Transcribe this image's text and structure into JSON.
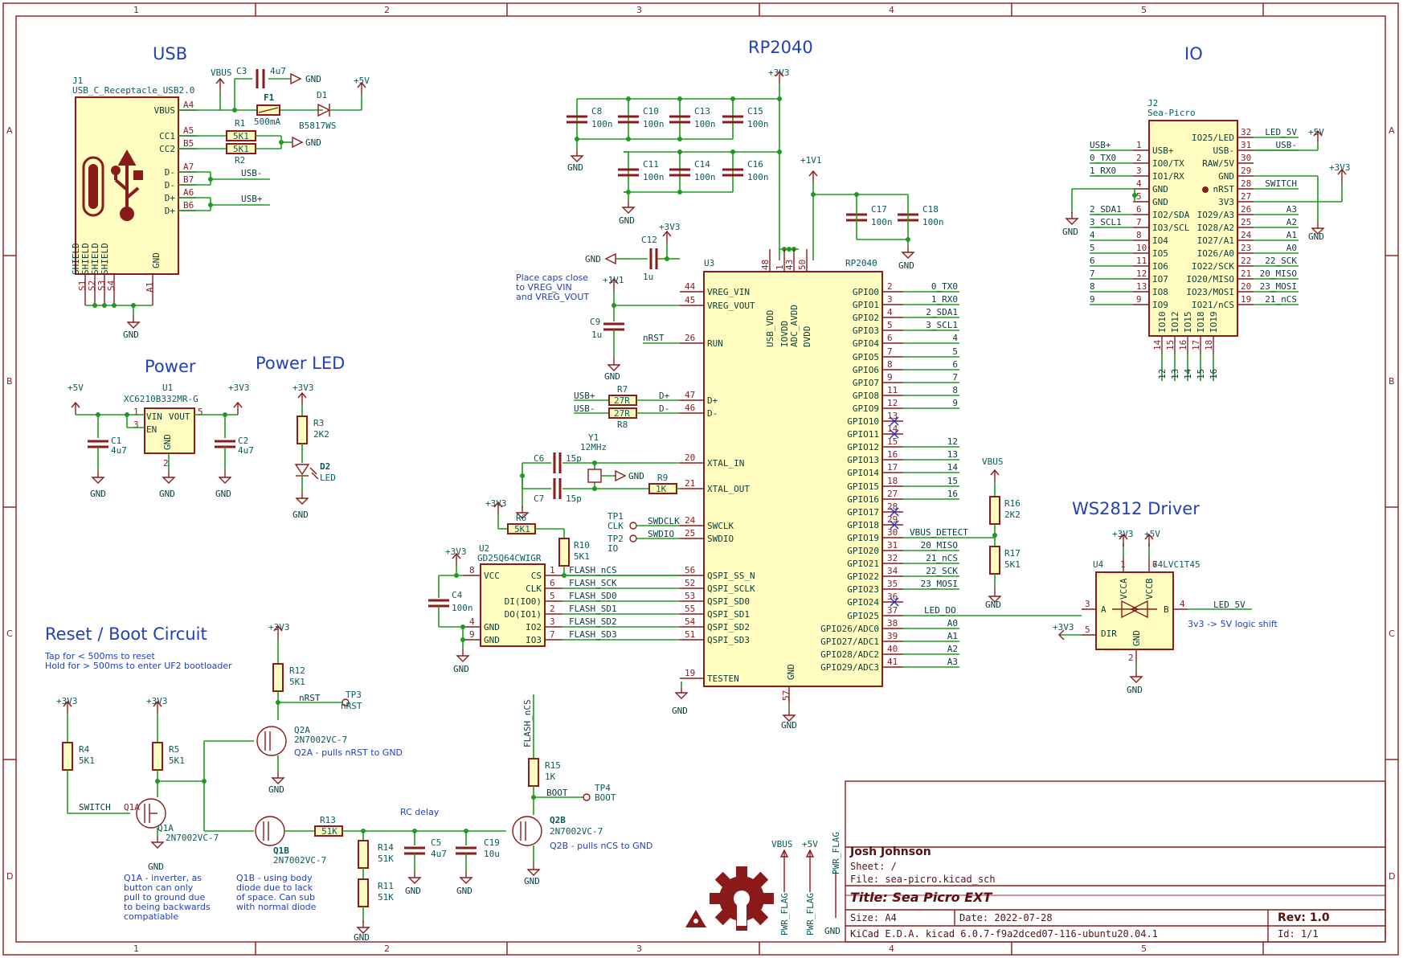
{
  "sections": {
    "usb": "USB",
    "rp2040": "RP2040",
    "io": "IO",
    "power": "Power",
    "power_led": "Power LED",
    "reset": "Reset / Boot Circuit",
    "ws2812": "WS2812 Driver"
  },
  "grid": {
    "cols": [
      "1",
      "2",
      "3",
      "4",
      "5"
    ],
    "rows": [
      "A",
      "B",
      "C",
      "D"
    ]
  },
  "notes": {
    "reset1": "Tap for < 500ms to reset",
    "reset2": "Hold for > 500ms to enter UF2 bootloader",
    "caps1": "Place caps close",
    "caps2": "to VREG_VIN",
    "caps3": "and VREG_VOUT",
    "q1a1": "Q1A - inverter, as",
    "q1a2": "button can only",
    "q1a3": "pull to ground due",
    "q1a4": "to being backwards",
    "q1a5": "compatiable",
    "q1b1": "Q1B - using body",
    "q1b2": "diode due to lack",
    "q1b3": "of space. Can sub",
    "q1b4": "with normal diode",
    "q2a": "Q2A - pulls nRST to GND",
    "q2b": "Q2B - pulls nCS to GND",
    "shift": "3v3 -> 5V logic shift",
    "rc": "RC delay"
  },
  "nets": {
    "gnd": "GND",
    "v33": "+3V3",
    "v5": "+5V",
    "v11": "+1V1",
    "vbus": "VBUS",
    "usbp": "USB+",
    "usbm": "USB-",
    "nrst": "nRST",
    "boot": "BOOT",
    "switch": "SWITCH",
    "flash_ncs": "FLASH_nCS",
    "pwr_flag": "PWR_FLAG",
    "led5v": "LED_5V",
    "led_do": "LED_DO",
    "vbus_detect": "VBUS_DETECT",
    "swdclk": "SWDCLK",
    "swdio": "SWDIO"
  },
  "usb": {
    "ref": "J1",
    "value": "USB_C_Receptacle_USB2.0",
    "pins": [
      "VBUS",
      "CC1",
      "CC2",
      "D-",
      "D-",
      "D+",
      "D+"
    ],
    "pnums": [
      "A4",
      "A5",
      "B5",
      "A7",
      "B7",
      "A6",
      "B6"
    ],
    "shield": [
      "SHIELD",
      "SHIELD",
      "SHIELD",
      "SHIELD"
    ],
    "gnd": "GND",
    "bpins": [
      "S1",
      "S2",
      "S3",
      "S4",
      "A1"
    ],
    "c3": "C3",
    "c3v": "4u7",
    "f1": "F1",
    "f1v": "500mA",
    "d1": "D1",
    "d1v": "B5817WS",
    "r1": "R1",
    "r1v": "5K1",
    "r2": "R2",
    "r2v": "5K1"
  },
  "u1": {
    "ref": "U1",
    "value": "XC6210B332MR-G",
    "vin": "VIN",
    "vout": "VOUT",
    "en": "EN",
    "gnd": "GND",
    "p1": "1",
    "p3": "3",
    "p5": "5",
    "p2": "2",
    "c1": "C1",
    "c1v": "4u7",
    "c2": "C2",
    "c2v": "4u7"
  },
  "led": {
    "r3": "R3",
    "r3v": "2K2",
    "d2": "D2",
    "d2v": "LED"
  },
  "u3": {
    "ref": "U3",
    "value": "RP2040",
    "left": [
      {
        "n": "44",
        "l": "VREG_VIN"
      },
      {
        "n": "45",
        "l": "VREG_VOUT"
      },
      {
        "n": "26",
        "l": "RUN"
      },
      {
        "n": "47",
        "l": "D+"
      },
      {
        "n": "46",
        "l": "D-"
      },
      {
        "n": "20",
        "l": "XTAL_IN"
      },
      {
        "n": "21",
        "l": "XTAL_OUT"
      },
      {
        "n": "24",
        "l": "SWCLK"
      },
      {
        "n": "25",
        "l": "SWDIO"
      },
      {
        "n": "56",
        "l": "QSPI_SS_N"
      },
      {
        "n": "52",
        "l": "QSPI_SCLK"
      },
      {
        "n": "53",
        "l": "QSPI_SD0"
      },
      {
        "n": "55",
        "l": "QSPI_SD1"
      },
      {
        "n": "54",
        "l": "QSPI_SD2"
      },
      {
        "n": "51",
        "l": "QSPI_SD3"
      },
      {
        "n": "19",
        "l": "TESTEN"
      }
    ],
    "top": [
      {
        "n": "48",
        "l": "USB_VDD"
      },
      {
        "n": "1",
        "l": "IOVDD"
      },
      {
        "n": "43",
        "l": "ADC_AVDD"
      },
      {
        "n": "50",
        "l": "DVDD"
      }
    ],
    "gnd": {
      "n": "57",
      "l": "GND"
    },
    "right": [
      {
        "n": "2",
        "l": "GPIO0",
        "net": "0_TX0"
      },
      {
        "n": "3",
        "l": "GPIO1",
        "net": "1_RX0"
      },
      {
        "n": "4",
        "l": "GPIO2",
        "net": "2_SDA1"
      },
      {
        "n": "5",
        "l": "GPIO3",
        "net": "3_SCL1"
      },
      {
        "n": "6",
        "l": "GPIO4",
        "net": "4"
      },
      {
        "n": "7",
        "l": "GPIO5",
        "net": "5"
      },
      {
        "n": "8",
        "l": "GPIO6",
        "net": "6"
      },
      {
        "n": "9",
        "l": "GPIO7",
        "net": "7"
      },
      {
        "n": "11",
        "l": "GPIO8",
        "net": "8"
      },
      {
        "n": "12",
        "l": "GPIO9",
        "net": "9"
      },
      {
        "n": "13",
        "l": "GPIO10",
        "net": ""
      },
      {
        "n": "14",
        "l": "GPIO11",
        "net": ""
      },
      {
        "n": "15",
        "l": "GPIO12",
        "net": "12"
      },
      {
        "n": "16",
        "l": "GPIO13",
        "net": "13"
      },
      {
        "n": "17",
        "l": "GPIO14",
        "net": "14"
      },
      {
        "n": "18",
        "l": "GPIO15",
        "net": "15"
      },
      {
        "n": "27",
        "l": "GPIO16",
        "net": "16"
      },
      {
        "n": "28",
        "l": "GPIO17",
        "net": ""
      },
      {
        "n": "29",
        "l": "GPIO18",
        "net": ""
      },
      {
        "n": "30",
        "l": "GPIO19",
        "net": "VBUS_DETECT"
      },
      {
        "n": "31",
        "l": "GPIO20",
        "net": "20_MISO"
      },
      {
        "n": "32",
        "l": "GPIO21",
        "net": "21_nCS"
      },
      {
        "n": "34",
        "l": "GPIO22",
        "net": "22_SCK"
      },
      {
        "n": "35",
        "l": "GPIO23",
        "net": "23_MOSI"
      },
      {
        "n": "36",
        "l": "GPIO24",
        "net": ""
      },
      {
        "n": "37",
        "l": "GPIO25",
        "net": "LED_DO"
      },
      {
        "n": "38",
        "l": "GPIO26/ADC0",
        "net": "A0"
      },
      {
        "n": "39",
        "l": "GPIO27/ADC1",
        "net": "A1"
      },
      {
        "n": "40",
        "l": "GPIO28/ADC2",
        "net": "A2"
      },
      {
        "n": "41",
        "l": "GPIO29/ADC3",
        "net": "A3"
      }
    ],
    "caps": [
      {
        "r": "C8",
        "v": "100n"
      },
      {
        "r": "C10",
        "v": "100n"
      },
      {
        "r": "C13",
        "v": "100n"
      },
      {
        "r": "C15",
        "v": "100n"
      },
      {
        "r": "C11",
        "v": "100n"
      },
      {
        "r": "C14",
        "v": "100n"
      },
      {
        "r": "C16",
        "v": "100n"
      },
      {
        "r": "C17",
        "v": "100n"
      },
      {
        "r": "C18",
        "v": "100n"
      }
    ],
    "c12": "C12",
    "c12v": "1u",
    "c9": "C9",
    "c9v": "1u",
    "r7": "R7",
    "r7v": "27R",
    "r8": "R8",
    "r8v": "27R",
    "y1": "Y1",
    "y1v": "12MHz",
    "c6": "C6",
    "c6v": "15p",
    "c7": "C7",
    "c7v": "15p",
    "r9": "R9",
    "r9v": "1K",
    "tp1": "TP1",
    "tp1v": "CLK",
    "tp2": "TP2",
    "tp2v": "IO",
    "r6": "R6",
    "r6v": "5K1",
    "r10": "R10",
    "r10v": "5K1"
  },
  "u2": {
    "ref": "U2",
    "value": "GD25Q64CWIGR",
    "left": [
      {
        "n": "8",
        "l": "VCC"
      },
      {
        "n": "4",
        "l": "GND"
      },
      {
        "n": "9",
        "l": "GND"
      }
    ],
    "right": [
      {
        "n": "1",
        "l": "CS",
        "net": "FLASH_nCS"
      },
      {
        "n": "6",
        "l": "CLK",
        "net": "FLASH_SCK"
      },
      {
        "n": "5",
        "l": "DI(IO0)",
        "net": "FLASH_SD0"
      },
      {
        "n": "2",
        "l": "DO(IO1)",
        "net": "FLASH_SD1"
      },
      {
        "n": "3",
        "l": "IO2",
        "net": "FLASH_SD2"
      },
      {
        "n": "7",
        "l": "IO3",
        "net": "FLASH_SD3"
      }
    ],
    "c4": "C4",
    "c4v": "100n"
  },
  "j2": {
    "ref": "J2",
    "value": "Sea-Picro",
    "left": [
      {
        "n": "1",
        "l": "USB+",
        "net": "USB+"
      },
      {
        "n": "2",
        "l": "IO0/TX",
        "net": "0_TX0"
      },
      {
        "n": "3",
        "l": "IO1/RX",
        "net": "1_RX0"
      },
      {
        "n": "4",
        "l": "GND",
        "net": ""
      },
      {
        "n": "5",
        "l": "GND",
        "net": ""
      },
      {
        "n": "6",
        "l": "IO2/SDA",
        "net": "2_SDA1"
      },
      {
        "n": "7",
        "l": "IO3/SCL",
        "net": "3_SCL1"
      },
      {
        "n": "8",
        "l": "IO4",
        "net": "4"
      },
      {
        "n": "10",
        "l": "IO5",
        "net": "5"
      },
      {
        "n": "11",
        "l": "IO6",
        "net": "6"
      },
      {
        "n": "12",
        "l": "IO7",
        "net": "7"
      },
      {
        "n": "13",
        "l": "IO8",
        "net": "8"
      },
      {
        "n": "9",
        "l": "IO9",
        "net": "9"
      }
    ],
    "right": [
      {
        "n": "32",
        "l": "IO25/LED",
        "net": "LED_5V"
      },
      {
        "n": "31",
        "l": "USB-",
        "net": "USB-"
      },
      {
        "n": "30",
        "l": "RAW/5V",
        "net": ""
      },
      {
        "n": "29",
        "l": "GND",
        "net": ""
      },
      {
        "n": "28",
        "l": "nRST",
        "net": "SWITCH"
      },
      {
        "n": "27",
        "l": "3V3",
        "net": ""
      },
      {
        "n": "26",
        "l": "IO29/A3",
        "net": "A3"
      },
      {
        "n": "25",
        "l": "IO28/A2",
        "net": "A2"
      },
      {
        "n": "24",
        "l": "IO27/A1",
        "net": "A1"
      },
      {
        "n": "23",
        "l": "IO26/A0",
        "net": "A0"
      },
      {
        "n": "22",
        "l": "IO22/SCK",
        "net": "22_SCK"
      },
      {
        "n": "21",
        "l": "IO20/MISO",
        "net": "20_MISO"
      },
      {
        "n": "20",
        "l": "IO23/MOSI",
        "net": "23_MOSI"
      },
      {
        "n": "19",
        "l": "IO21/nCS",
        "net": "21_nCS"
      }
    ],
    "bottom": [
      {
        "n": "14",
        "l": "IO10",
        "net": "12"
      },
      {
        "n": "15",
        "l": "IO12",
        "net": "13"
      },
      {
        "n": "16",
        "l": "IO15",
        "net": "14"
      },
      {
        "n": "17",
        "l": "IO18",
        "net": "15"
      },
      {
        "n": "18",
        "l": "IO19",
        "net": "16"
      }
    ]
  },
  "u4": {
    "ref": "U4",
    "value": "74LVC1T45",
    "vcca": "VCCA",
    "vccb": "VCCB",
    "a": "A",
    "b": "B",
    "dir": "DIR",
    "gnd": "GND",
    "p3": "3",
    "p4": "4",
    "p5": "5",
    "p2": "2",
    "p6": "6",
    "p1": "1",
    "r16": "R16",
    "r16v": "2K2",
    "r17": "R17",
    "r17v": "5K1"
  },
  "reset": {
    "r4": "R4",
    "r4v": "5K1",
    "r5": "R5",
    "r5v": "5K1",
    "r12": "R12",
    "r12v": "5K1",
    "r13": "R13",
    "r13v": "51K",
    "r14": "R14",
    "r14v": "51K",
    "r11": "R11",
    "r11v": "51K",
    "r15": "R15",
    "r15v": "1K",
    "c5": "C5",
    "c5v": "4u7",
    "c19": "C19",
    "c19v": "10u",
    "q1a": "Q1A",
    "q1av": "2N7002VC-7",
    "q1b": "Q1B",
    "q1bv": "2N7002VC-7",
    "q2a": "Q2A",
    "q2av": "2N7002VC-7",
    "q2b": "Q2B",
    "q2bv": "2N7002VC-7",
    "tp3": "TP3",
    "tp4": "TP4"
  },
  "titleblock": {
    "author": "Josh Johnson",
    "sheet": "Sheet: /",
    "file": "File: sea-picro.kicad_sch",
    "title": "Title: Sea Picro EXT",
    "size": "Size: A4",
    "date": "Date: 2022-07-28",
    "rev": "Rev: 1.0",
    "tool": "KiCad E.D.A.  kicad 6.0.7-f9a2dced07-116-ubuntu20.04.1",
    "id": "Id: 1/1"
  }
}
